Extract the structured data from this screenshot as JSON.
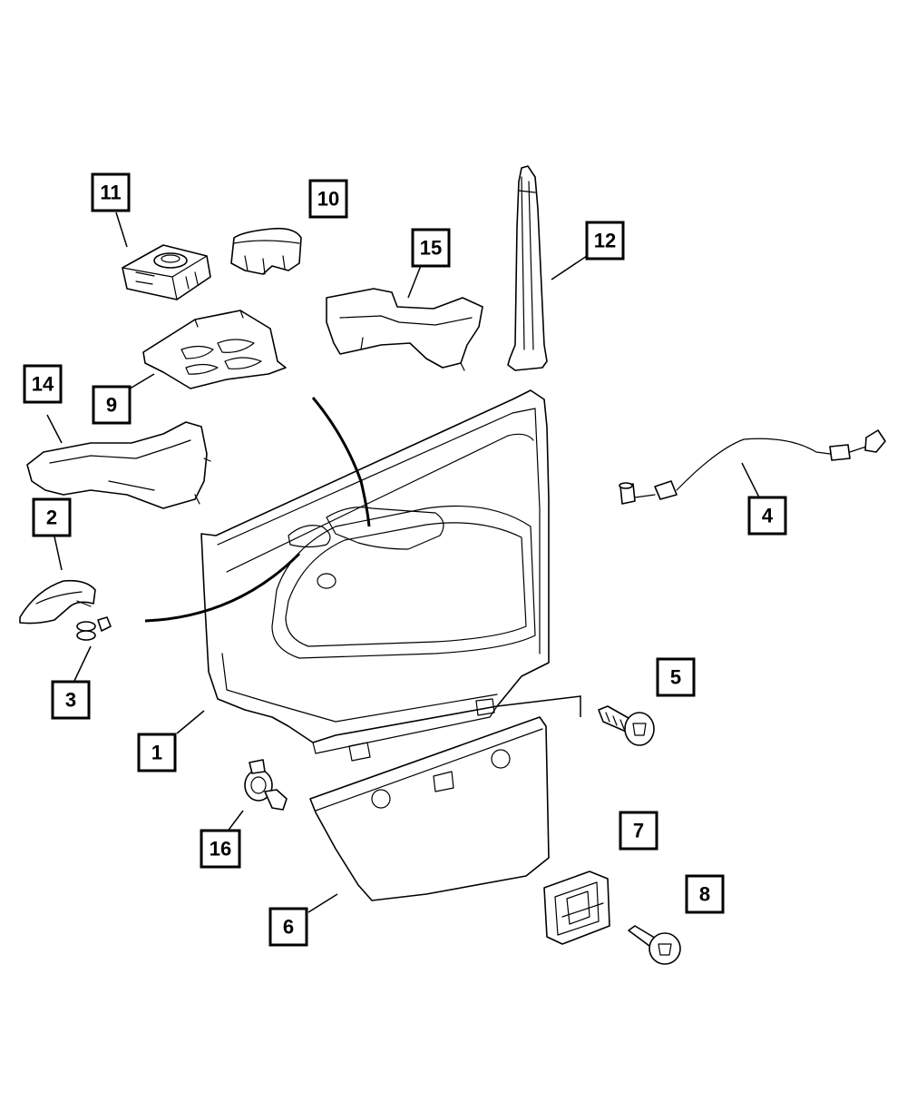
{
  "callouts": [
    {
      "id": "1",
      "label": "1"
    },
    {
      "id": "2",
      "label": "2"
    },
    {
      "id": "3",
      "label": "3"
    },
    {
      "id": "4",
      "label": "4"
    },
    {
      "id": "5",
      "label": "5"
    },
    {
      "id": "6",
      "label": "6"
    },
    {
      "id": "7",
      "label": "7"
    },
    {
      "id": "8",
      "label": "8"
    },
    {
      "id": "9",
      "label": "9"
    },
    {
      "id": "10",
      "label": "10"
    },
    {
      "id": "11",
      "label": "11"
    },
    {
      "id": "12",
      "label": "12"
    },
    {
      "id": "14",
      "label": "14"
    },
    {
      "id": "15",
      "label": "15"
    },
    {
      "id": "16",
      "label": "16"
    }
  ],
  "colors": {
    "line": "#000000",
    "fill": "#ffffff"
  }
}
